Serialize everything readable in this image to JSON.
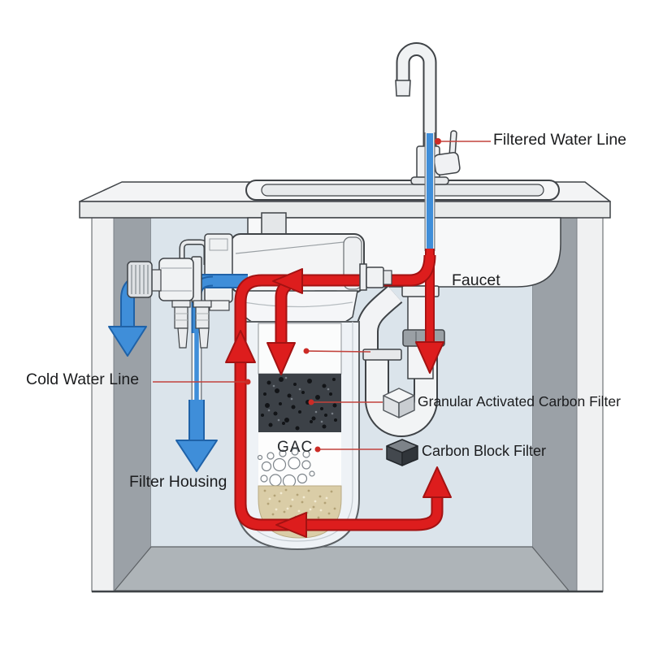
{
  "figure": {
    "kind": "under-sink water filtration system installation diagram"
  },
  "labels": {
    "filtered_water_line": "Filtered Water Line",
    "faucet": "Faucet",
    "cold_water_line": "Cold Water Line",
    "filter_housing": "Filter Housing",
    "granular_activated_carbon_filter": "Granular Activated Carbon Filter",
    "carbon_block_filter": "Carbon Block Filter",
    "gac": "GAC"
  },
  "icons": {
    "granular_carbon_icon": "white-3d-cube-icon",
    "carbon_block_icon": "dark-3d-cube-icon"
  },
  "colors": {
    "filtered_line_red": "#dd1d1d",
    "cold_line_blue": "#3f8ed9",
    "leader_red": "#c2423c",
    "carbon_layer_dark": "#3c4147",
    "sediment_layer_tan": "#dacda7",
    "cabinet_wall_gray": "#9ba1a7",
    "cabinet_interior": "#dbe4eb"
  }
}
